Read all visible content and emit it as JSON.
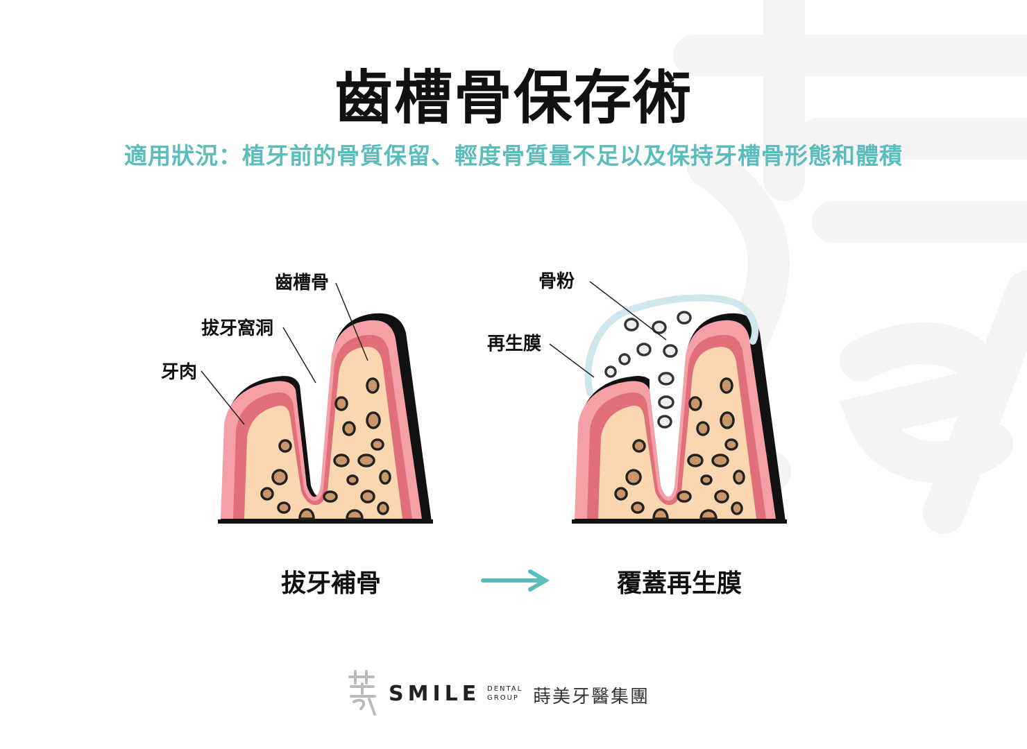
{
  "title": "齒槽骨保存術",
  "subtitle": "適用狀況：植牙前的骨質保留、輕度骨質量不足以及保持牙槽骨形態和體積",
  "left_diagram": {
    "labels": {
      "alveolar_bone": "齒槽骨",
      "extraction_socket": "拔牙窩洞",
      "gum": "牙肉"
    },
    "caption": "拔牙補骨"
  },
  "right_diagram": {
    "labels": {
      "bone_powder": "骨粉",
      "membrane": "再生膜"
    },
    "caption": "覆蓋再生膜"
  },
  "arrow_icon": "right-arrow-icon",
  "footer": {
    "brand": "SMILE",
    "dental": "DENTAL",
    "group": "GROUP",
    "chinese_name": "蒔美牙醫集團"
  },
  "colors": {
    "accent_teal": "#5bbcbc",
    "gum_pink": "#f4a0a6",
    "gum_dark": "#e06f7a",
    "bone_fill": "#fad7b0",
    "pore_brown": "#c9956b"
  }
}
